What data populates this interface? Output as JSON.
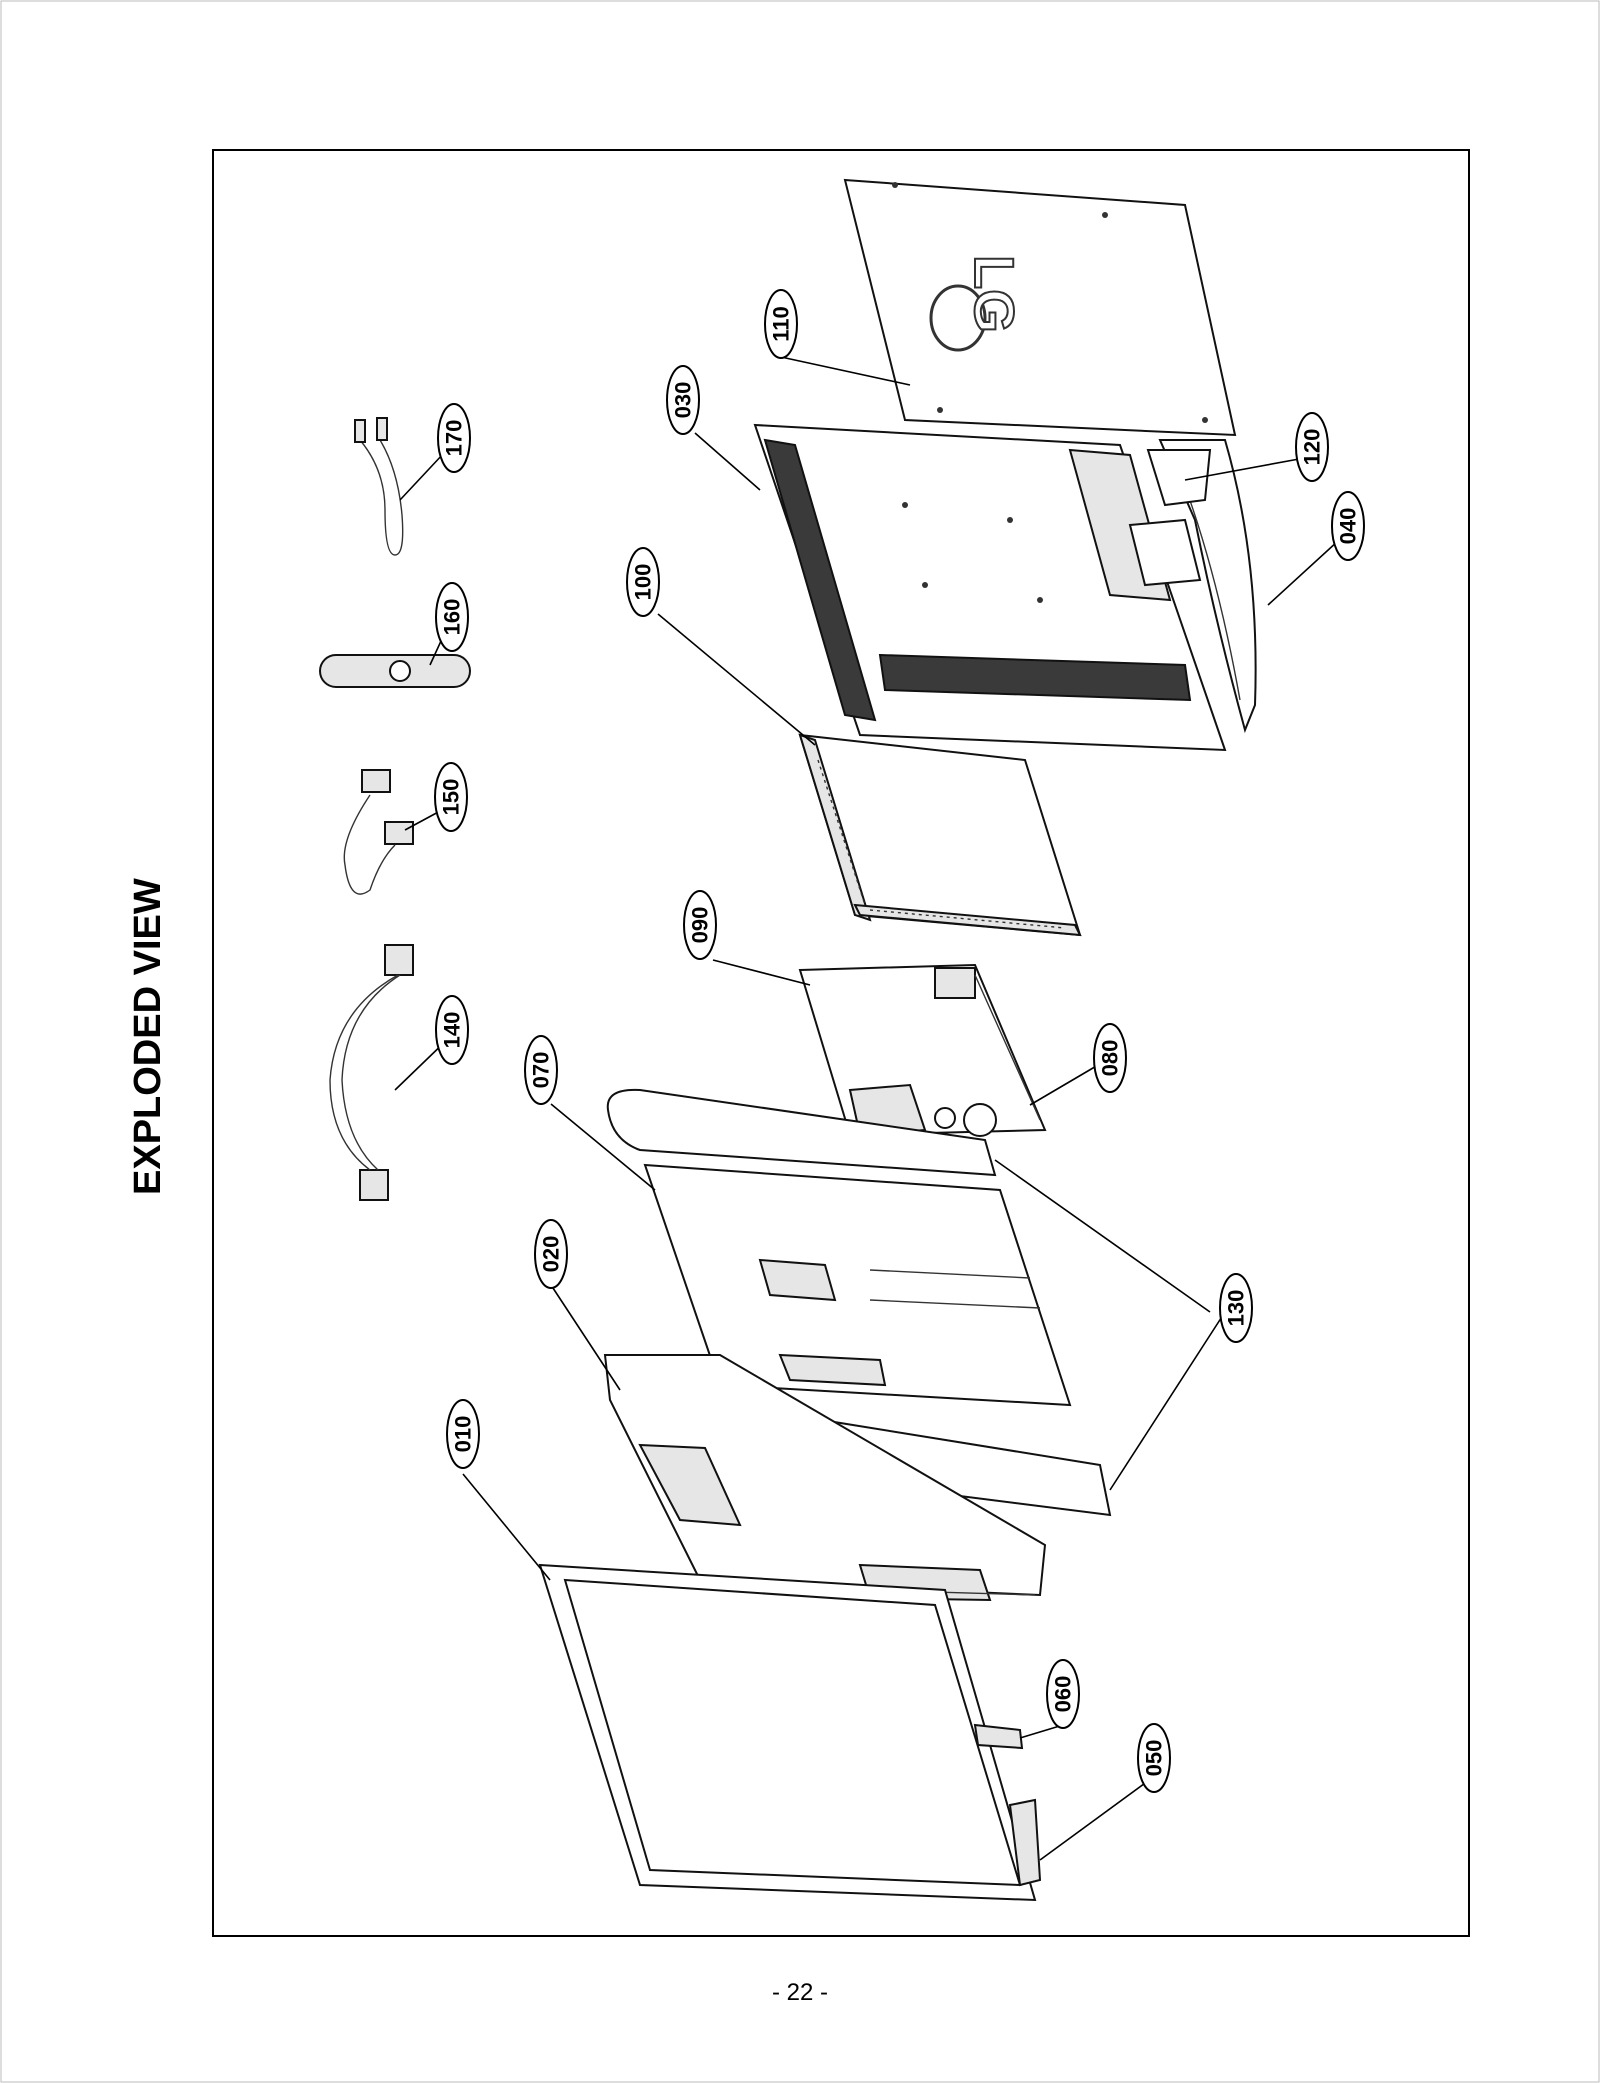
{
  "title": "EXPLODED VIEW",
  "page_number": "- 22 -",
  "brand_logo": "LG",
  "callouts": [
    {
      "id": "c010",
      "label": "010"
    },
    {
      "id": "c020",
      "label": "020"
    },
    {
      "id": "c030",
      "label": "030"
    },
    {
      "id": "c040",
      "label": "040"
    },
    {
      "id": "c050",
      "label": "050"
    },
    {
      "id": "c060",
      "label": "060"
    },
    {
      "id": "c070",
      "label": "070"
    },
    {
      "id": "c080",
      "label": "080"
    },
    {
      "id": "c090",
      "label": "090"
    },
    {
      "id": "c100",
      "label": "100"
    },
    {
      "id": "c110",
      "label": "110"
    },
    {
      "id": "c120",
      "label": "120"
    },
    {
      "id": "c130",
      "label": "130"
    },
    {
      "id": "c140",
      "label": "140"
    },
    {
      "id": "c150",
      "label": "150"
    },
    {
      "id": "c160",
      "label": "160"
    },
    {
      "id": "c170",
      "label": "170"
    }
  ]
}
